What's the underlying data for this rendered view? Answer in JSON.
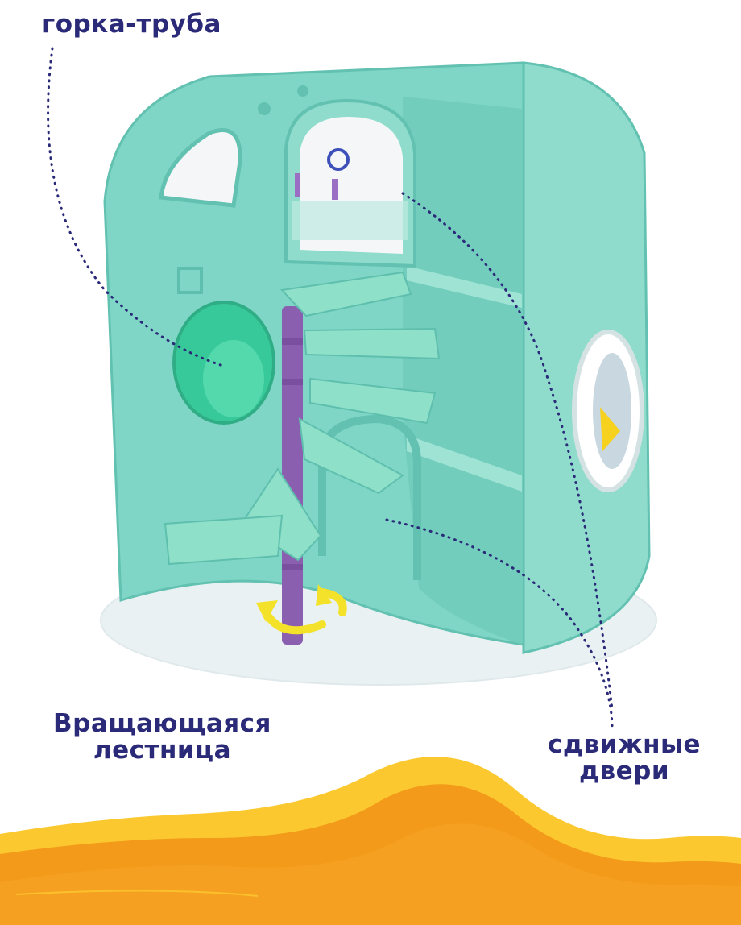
{
  "labels": {
    "slide": "горка-труба",
    "stairs_line1": "Вращающаяся",
    "stairs_line2": "лестница",
    "doors_line1": "сдвижные",
    "doors_line2": "двери"
  },
  "colors": {
    "label_text": "#2a2a78",
    "house_teal": "#7fd6c6",
    "house_teal_dark": "#5fbfae",
    "pole_purple": "#8b5fb0",
    "base_white": "#e9f1f3",
    "arrow_yellow": "#f4e22a",
    "wave_orange": "#f39a1a",
    "wave_yellow": "#fbc92f"
  },
  "icons": {
    "rotation": "rotate-arrows-icon"
  }
}
